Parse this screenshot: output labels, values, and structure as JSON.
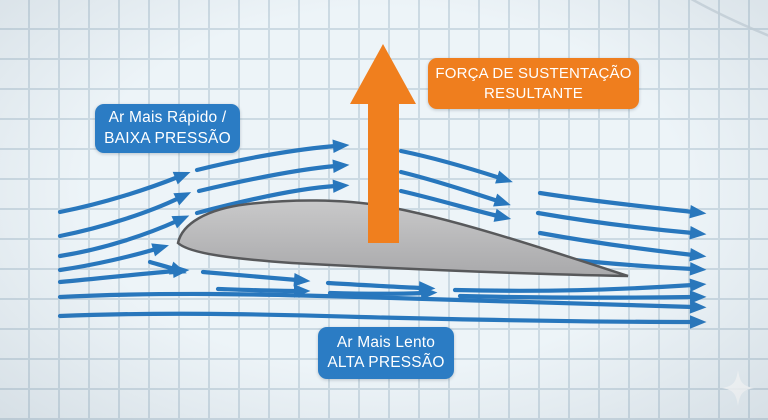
{
  "labels": {
    "fast_air": {
      "line1": "Ar Mais Rápido /",
      "line2": "BAIXA PRESSÃO"
    },
    "lift_force": {
      "line1": "FORÇA DE SUSTENTAÇÃO",
      "line2": "RESULTANTE"
    },
    "slow_air": {
      "line1": "Ar Mais Lento",
      "line2": "ALTA PRESSÃO"
    }
  },
  "colors": {
    "label_blue": "#2b7cc4",
    "label_orange": "#ef7e1e",
    "streamline_blue": "#2877bd",
    "arrow_orange": "#f07f1e",
    "airfoil_stroke": "#58595b",
    "airfoil_fill_top": "#c9c9ca",
    "airfoil_fill_bottom": "#a9a9ab",
    "background": "#edf4f8",
    "grid_line": "#ccdae3",
    "sparkle_white": "#ffffff"
  },
  "icons": {
    "sparkle": "sparkle-icon",
    "lift_arrow": "up-arrow",
    "flow_arrows": "right-arrowheads"
  }
}
